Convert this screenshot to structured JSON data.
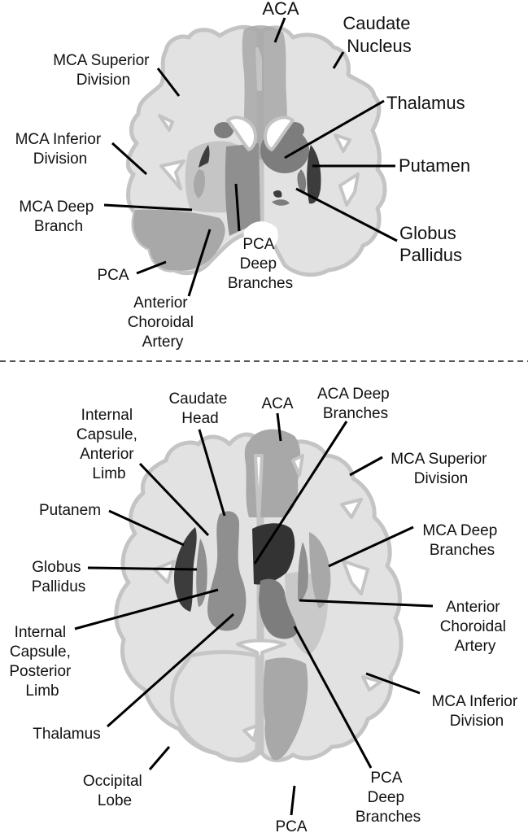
{
  "figure": {
    "description": "Brain vascular territories: coronal section (top) and axial section (bottom)",
    "colors": {
      "background": "#ffffff",
      "white_matter": "#e2e2e2",
      "cortex_rim": "#c4c4c4",
      "sulcus": "#ffffff",
      "territory_mid": "#a8a8a8",
      "territory_dark": "#8f8f8f",
      "deep_nucleus": "#7d7d7d",
      "putamen_dark": "#3c3c3c",
      "aca_deep_dark": "#333333",
      "leader_line": "#000000",
      "text": "#111111",
      "divider": "#555555"
    }
  },
  "coronal": {
    "labels": {
      "aca": [
        "ACA"
      ],
      "caudate_nucleus": [
        "Caudate",
        "Nucleus"
      ],
      "mca_superior": [
        "MCA Superior",
        "Division"
      ],
      "thalamus": [
        "Thalamus"
      ],
      "mca_inferior": [
        "MCA Inferior",
        "Division"
      ],
      "putamen": [
        "Putamen"
      ],
      "mca_deep_branch": [
        "MCA Deep",
        "Branch"
      ],
      "globus_pallidus": [
        "Globus",
        "Pallidus"
      ],
      "pca": [
        "PCA"
      ],
      "pca_deep_branches": [
        "PCA",
        "Deep",
        "Branches"
      ],
      "anterior_choroidal": [
        "Anterior",
        "Choroidal",
        "Artery"
      ]
    }
  },
  "axial": {
    "labels": {
      "caudate_head": [
        "Caudate",
        "Head"
      ],
      "aca": [
        "ACA"
      ],
      "aca_deep_branches": [
        "ACA Deep",
        "Branches"
      ],
      "internal_capsule_anterior": [
        "Internal",
        "Capsule,",
        "Anterior",
        "Limb"
      ],
      "mca_superior": [
        "MCA Superior",
        "Division"
      ],
      "putanem": [
        "Putanem"
      ],
      "mca_deep_branches": [
        "MCA Deep",
        "Branches"
      ],
      "globus_pallidus": [
        "Globus",
        "Pallidus"
      ],
      "anterior_choroidal": [
        "Anterior",
        "Choroidal",
        "Artery"
      ],
      "internal_capsule_posterior": [
        "Internal",
        "Capsule,",
        "Posterior",
        "Limb"
      ],
      "mca_inferior": [
        "MCA Inferior",
        "Division"
      ],
      "thalamus": [
        "Thalamus"
      ],
      "occipital_lobe": [
        "Occipital",
        "Lobe"
      ],
      "pca_deep_branches": [
        "PCA",
        "Deep",
        "Branches"
      ],
      "pca": [
        "PCA"
      ]
    }
  }
}
